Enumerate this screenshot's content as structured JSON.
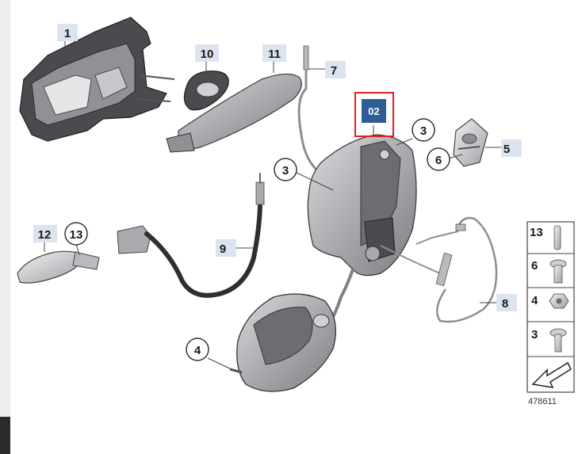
{
  "callouts": {
    "c1": "1",
    "c10": "10",
    "c11": "11",
    "c7": "7",
    "c3a": "3",
    "c5": "5",
    "c6": "6",
    "c3b": "3",
    "c12": "12",
    "c13": "13",
    "c9": "9",
    "c8": "8",
    "c4": "4"
  },
  "highlight": {
    "label": "02",
    "color": "#2e5c94",
    "border": "#e0201c"
  },
  "legend": {
    "i13": "13",
    "i6": "6",
    "i4": "4",
    "i3": "3"
  },
  "diagram_id": "478611",
  "colors": {
    "tag_fill": "#dbe4ef",
    "part_gray": "#a9abae",
    "part_dark": "#3e3f42"
  }
}
